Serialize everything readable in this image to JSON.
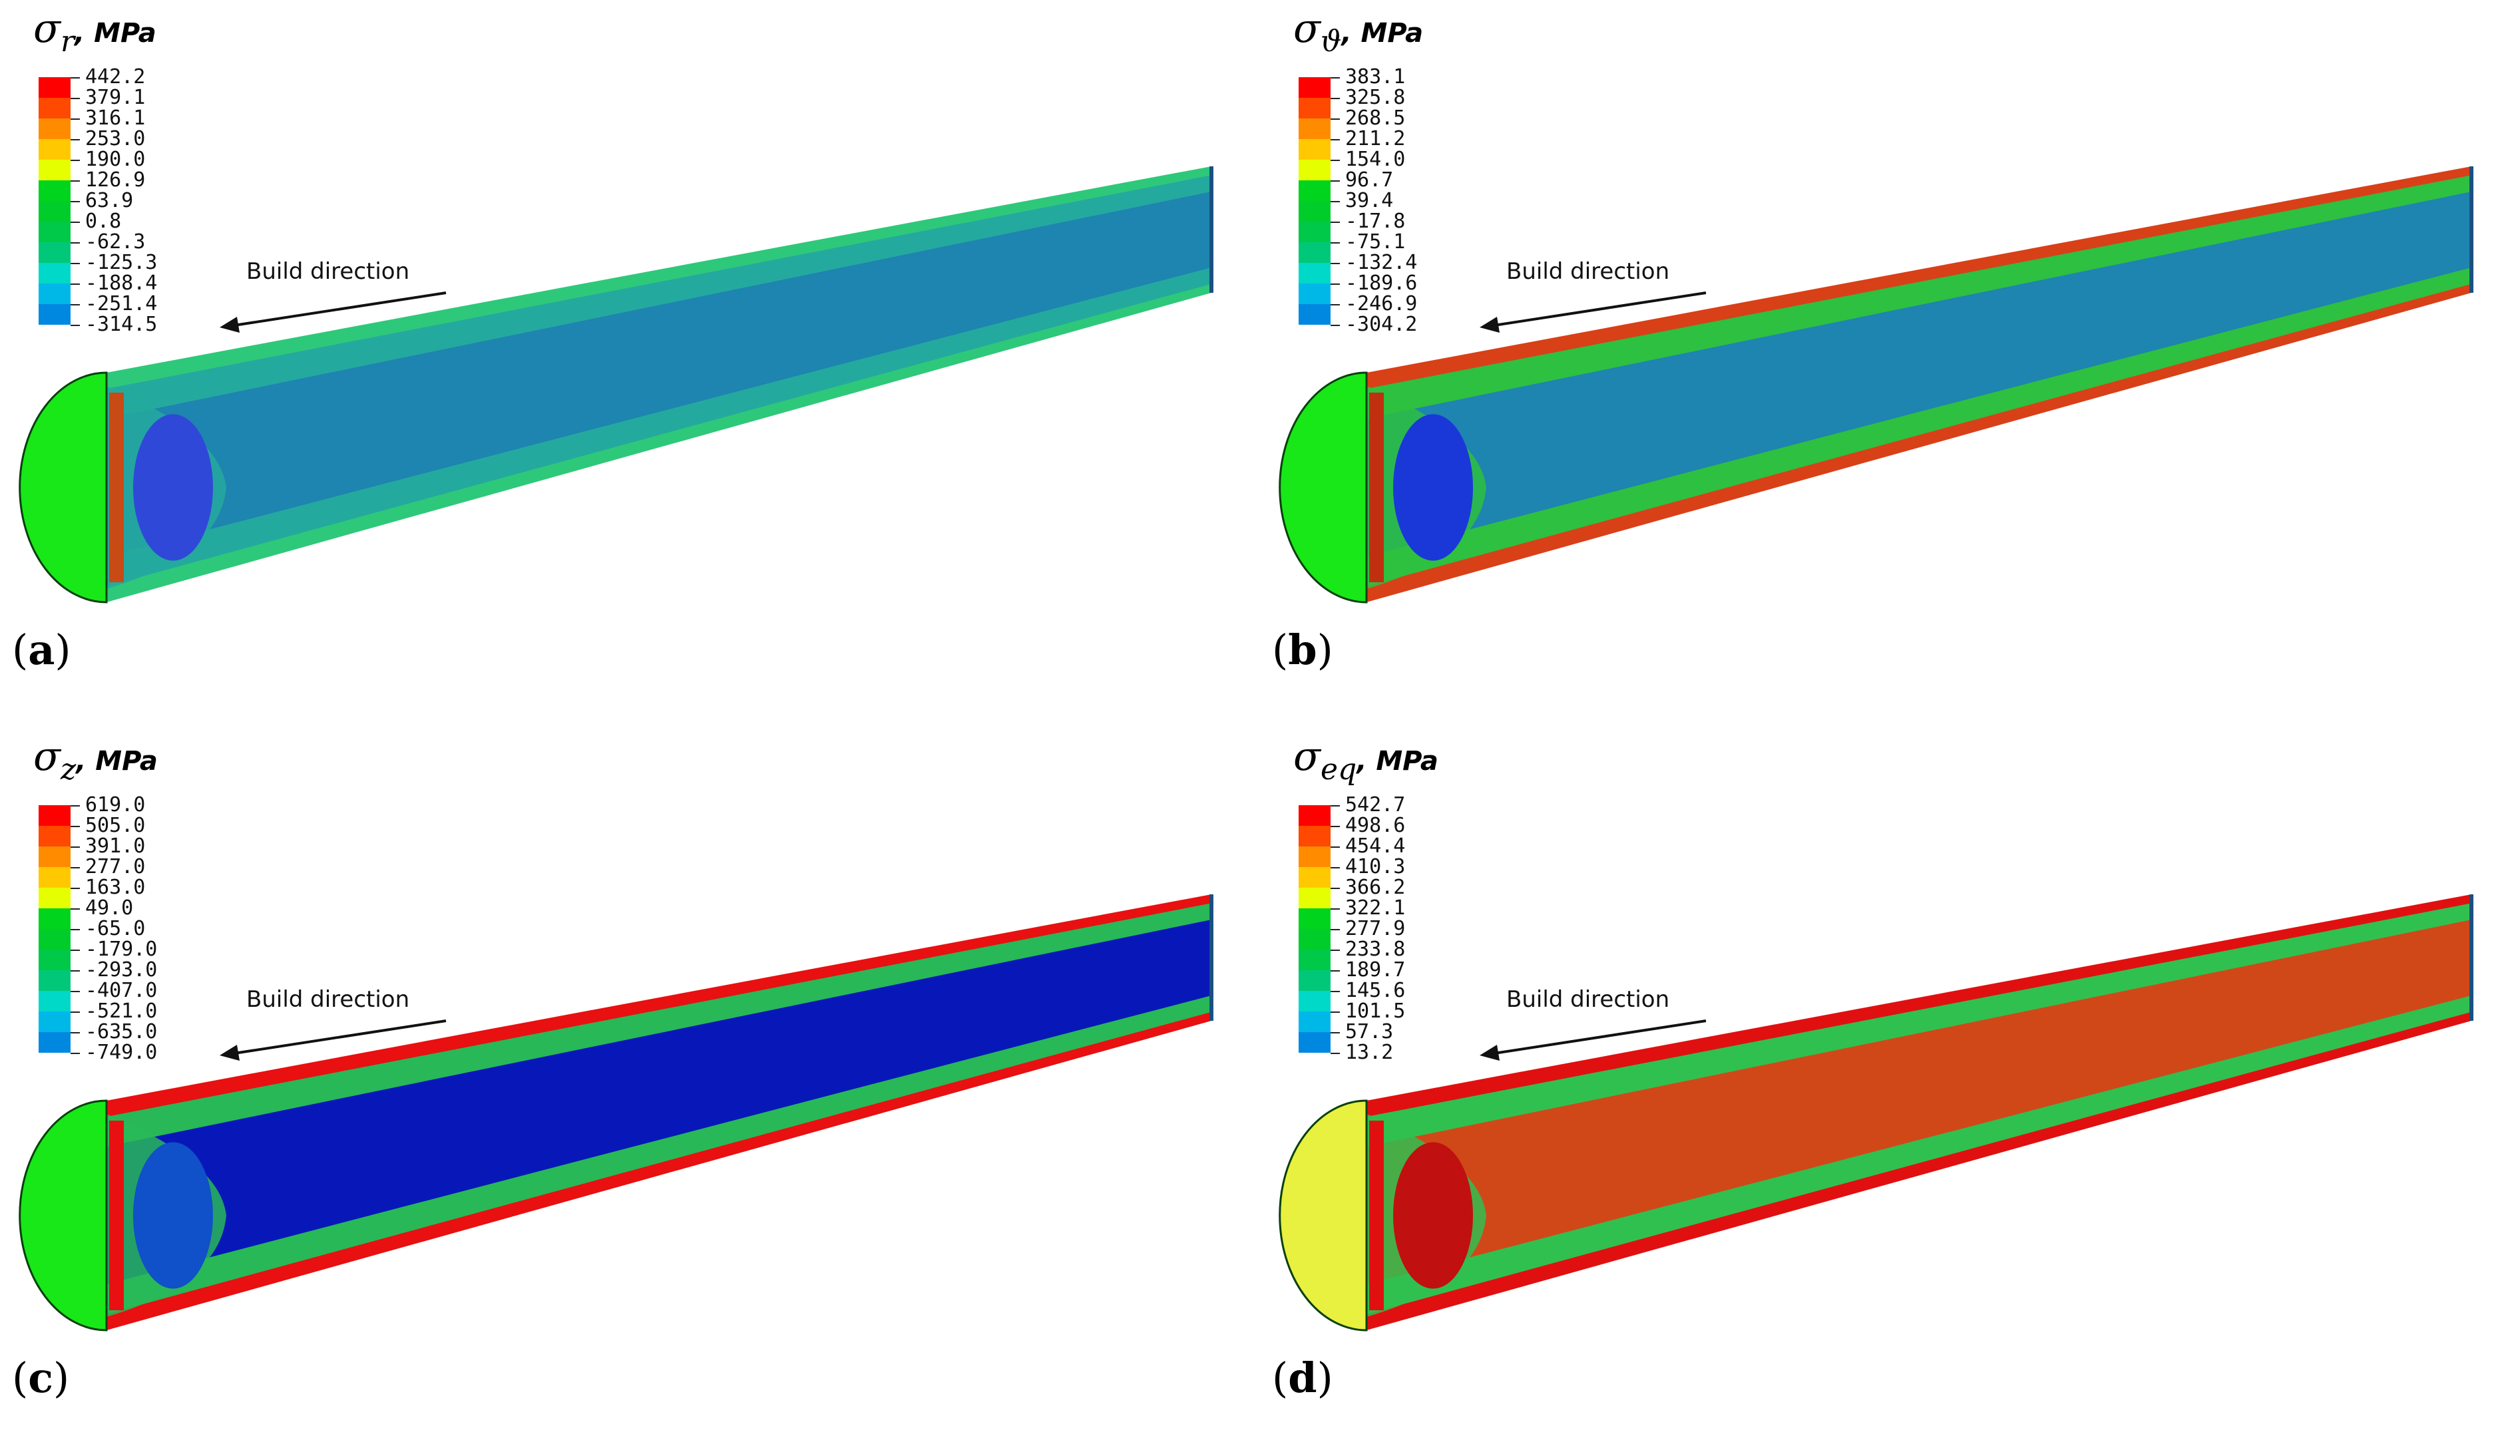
{
  "build_direction_label": "Build direction",
  "colors": {
    "scale": [
      "#ff0000",
      "#ff4800",
      "#ff8c00",
      "#ffc800",
      "#e6ff00",
      "#00d41c",
      "#00cc2a",
      "#00c848",
      "#00c878",
      "#00d8c8",
      "#00b8e8",
      "#0088e0",
      "#0050d8",
      "#0000e8"
    ]
  },
  "panels": [
    {
      "letter": "a",
      "symbol": "σ",
      "subscript": "r",
      "unit": "MPa",
      "legend": [
        "442.2",
        "379.1",
        "316.1",
        "253.0",
        "190.0",
        "126.9",
        "63.9",
        "0.8",
        "-62.3",
        "-125.3",
        "-188.4",
        "-251.4",
        "-314.5"
      ],
      "field": {
        "face": "#18e818",
        "outer": "#2ec87a",
        "mid": "#24a99e",
        "core": "#1e84b0",
        "edge": "#c84a14",
        "hot": "#3048d8"
      }
    },
    {
      "letter": "b",
      "symbol": "σ",
      "subscript": "ϑ",
      "unit": "MPa",
      "legend": [
        "383.1",
        "325.8",
        "268.5",
        "211.2",
        "154.0",
        "96.7",
        "39.4",
        "-17.8",
        "-75.1",
        "-132.4",
        "-189.6",
        "-246.9",
        "-304.2"
      ],
      "field": {
        "face": "#18e818",
        "outer": "#d84018",
        "mid": "#2ec040",
        "core": "#1e84b0",
        "edge": "#c03010",
        "hot": "#1a38d8"
      }
    },
    {
      "letter": "c",
      "symbol": "σ",
      "subscript": "z",
      "unit": "MPa",
      "legend": [
        "619.0",
        "505.0",
        "391.0",
        "277.0",
        "163.0",
        "49.0",
        "-65.0",
        "-179.0",
        "-293.0",
        "-407.0",
        "-521.0",
        "-635.0",
        "-749.0"
      ],
      "field": {
        "face": "#18e818",
        "outer": "#e81010",
        "mid": "#28b858",
        "core": "#0818b8",
        "edge": "#e81010",
        "hot": "#1050c8"
      }
    },
    {
      "letter": "d",
      "symbol": "σ",
      "subscript": "eq",
      "unit": "MPa",
      "legend": [
        "542.7",
        "498.6",
        "454.4",
        "410.3",
        "366.2",
        "322.1",
        "277.9",
        "233.8",
        "189.7",
        "145.6",
        "101.5",
        "57.3",
        "13.2"
      ],
      "field": {
        "face": "#e8f040",
        "outer": "#e01010",
        "mid": "#30c050",
        "core": "#d04818",
        "edge": "#e01010",
        "hot": "#c01010"
      }
    }
  ]
}
